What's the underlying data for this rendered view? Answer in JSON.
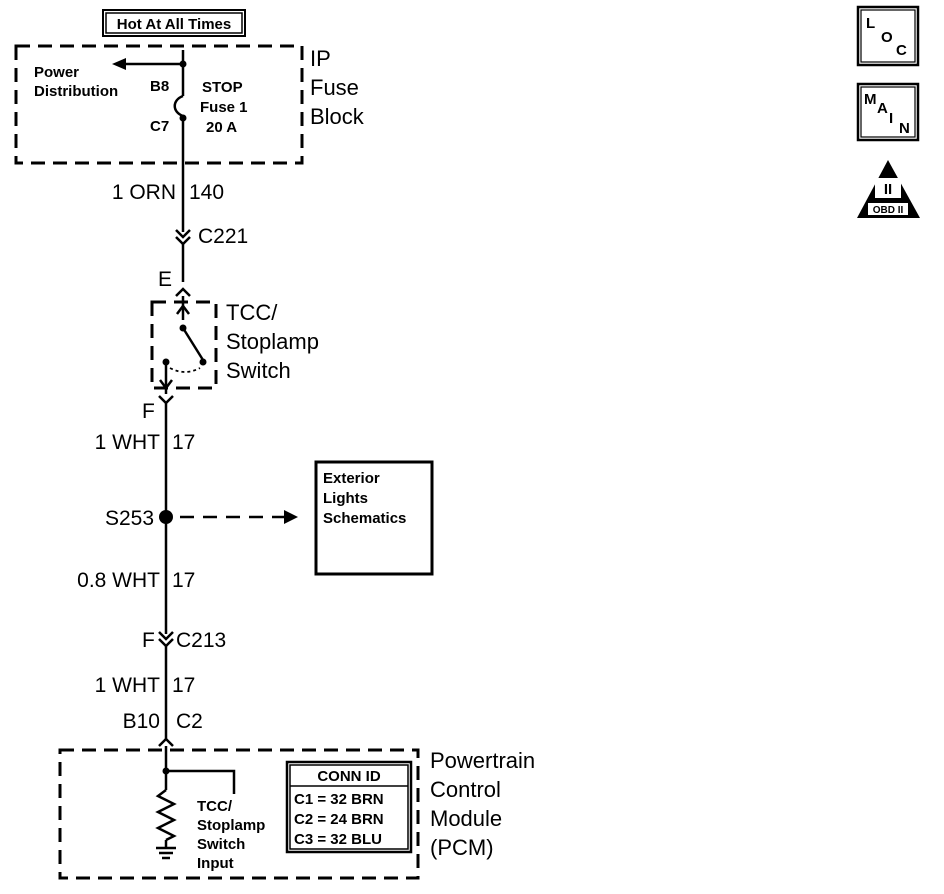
{
  "header": {
    "hot_label": "Hot At All Times"
  },
  "fuse_block": {
    "title_line1": "IP",
    "title_line2": "Fuse",
    "title_line3": "Block",
    "power_line1": "Power",
    "power_line2": "Distribution",
    "pin_top": "B8",
    "pin_bottom": "C7",
    "fuse_line1": "STOP",
    "fuse_line2": "Fuse 1",
    "fuse_line3": "20 A"
  },
  "wire1": {
    "gauge_color": "1 ORN",
    "circuit": "140"
  },
  "connector_c221": {
    "name": "C221",
    "pin": "E"
  },
  "switch": {
    "line1": "TCC/",
    "line2": "Stoplamp",
    "line3": "Switch",
    "pin_out": "F"
  },
  "wire2": {
    "gauge_color": "1 WHT",
    "circuit": "17"
  },
  "splice": {
    "name": "S253"
  },
  "exterior_box": {
    "line1": "Exterior",
    "line2": "Lights",
    "line3": "Schematics"
  },
  "wire3": {
    "gauge_color": "0.8 WHT",
    "circuit": "17"
  },
  "connector_c213": {
    "pin": "F",
    "name": "C213"
  },
  "wire4": {
    "gauge_color": "1 WHT",
    "circuit": "17"
  },
  "pcm_connector": {
    "pin": "B10",
    "conn": "C2"
  },
  "pcm": {
    "title_line1": "Powertrain",
    "title_line2": "Control",
    "title_line3": "Module",
    "title_line4": "(PCM)",
    "input_line1": "TCC/",
    "input_line2": "Stoplamp",
    "input_line3": "Switch",
    "input_line4": "Input"
  },
  "conn_id": {
    "header": "CONN ID",
    "rows": [
      "C1 = 32 BRN",
      "C2 = 24 BRN",
      "C3 = 32 BLU"
    ]
  },
  "icons": {
    "loc": [
      "L",
      "O",
      "C"
    ],
    "main": [
      "M",
      "A",
      "I",
      "N"
    ],
    "obd_numeral": "II",
    "obd_label": "OBD II"
  }
}
